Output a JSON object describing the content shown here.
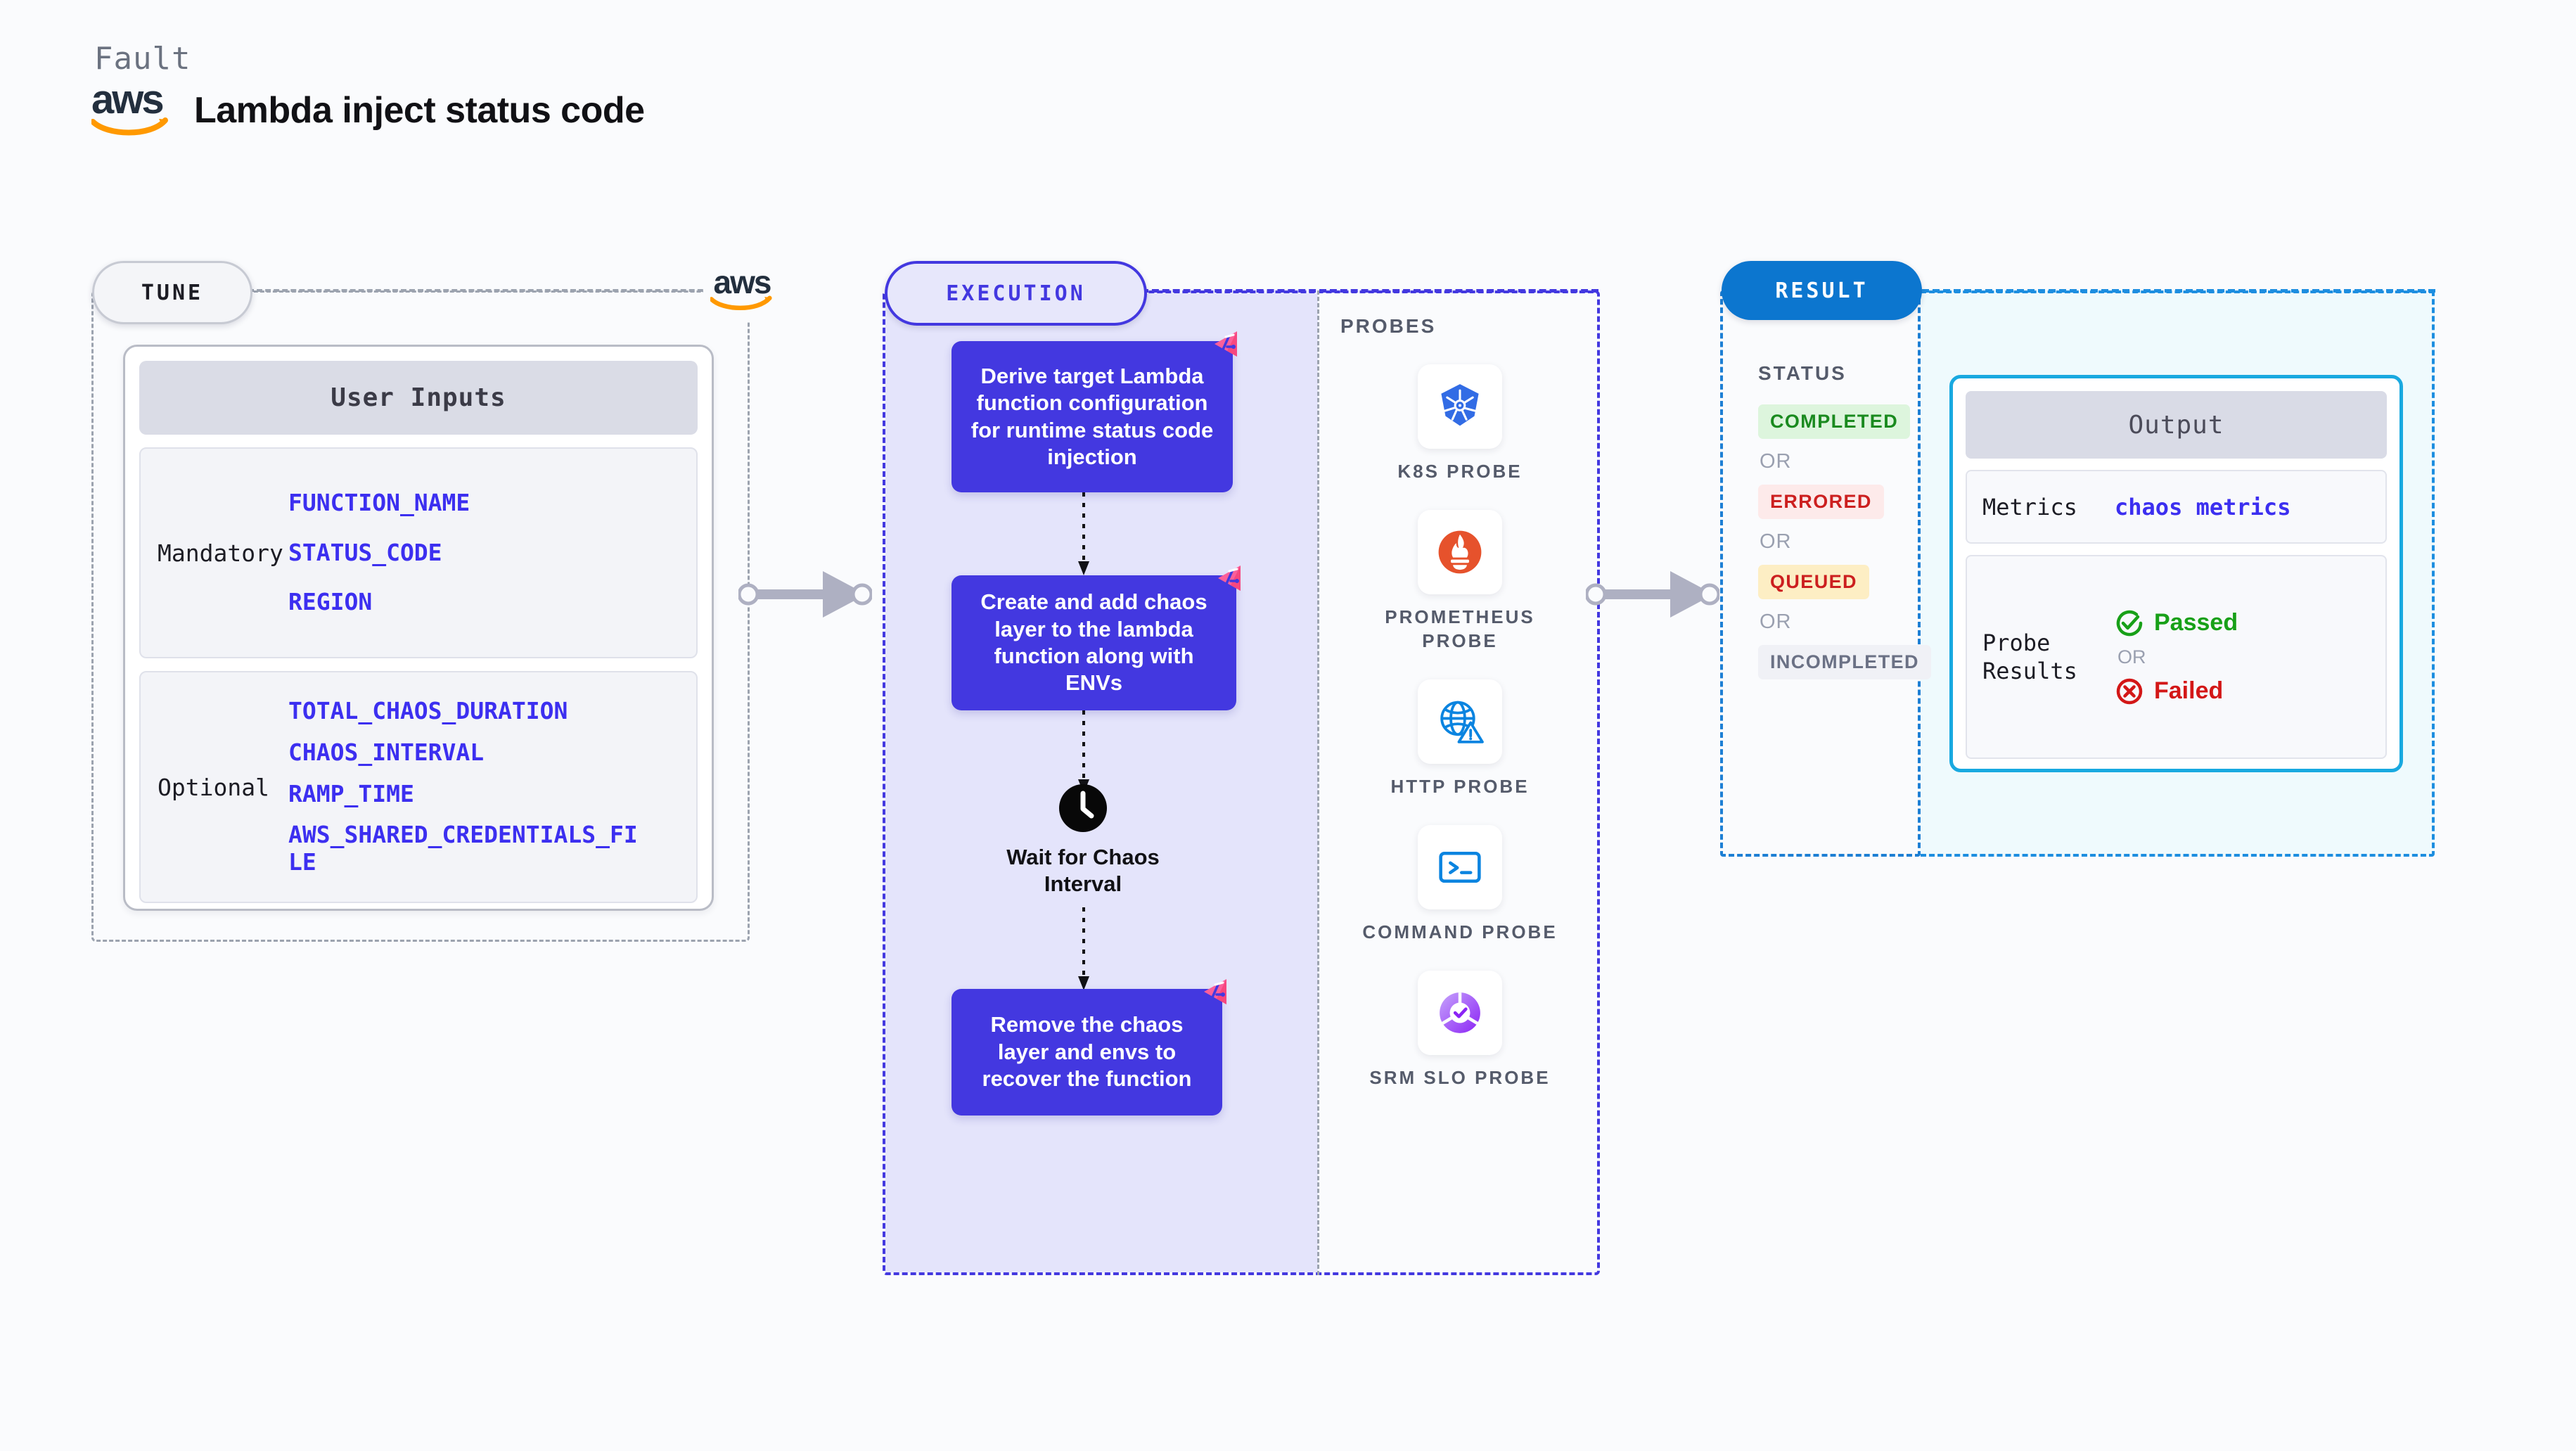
{
  "header": {
    "kicker": "Fault",
    "brand_icon": "aws-logo",
    "brand_word": "aws",
    "title": "Lambda inject status code"
  },
  "tune": {
    "pill_label": "TUNE",
    "brand_badge_icon": "aws-logo",
    "brand_badge_word": "aws",
    "card_title": "User Inputs",
    "groups": [
      {
        "label": "Mandatory",
        "params": [
          "FUNCTION_NAME",
          "STATUS_CODE",
          "REGION"
        ]
      },
      {
        "label": "Optional",
        "params": [
          "TOTAL_CHAOS_DURATION",
          "CHAOS_INTERVAL",
          "RAMP_TIME",
          "AWS_SHARED_CREDENTIALS_FILE"
        ]
      }
    ]
  },
  "execution": {
    "pill_label": "EXECUTION",
    "steps": [
      {
        "type": "box",
        "badge_icon": "litmus-badge-icon",
        "text": "Derive target Lambda function configuration for runtime status code injection"
      },
      {
        "type": "box",
        "badge_icon": "litmus-badge-icon",
        "text": "Create and add chaos layer to the lambda function along with ENVs"
      },
      {
        "type": "wait",
        "icon": "clock-icon",
        "text": "Wait for Chaos Interval"
      },
      {
        "type": "box",
        "badge_icon": "litmus-badge-icon",
        "text": "Remove the chaos layer and envs to recover the function"
      }
    ]
  },
  "probes": {
    "title": "PROBES",
    "items": [
      {
        "label": "K8S PROBE",
        "icon": "kubernetes-icon"
      },
      {
        "label": "PROMETHEUS PROBE",
        "icon": "prometheus-icon"
      },
      {
        "label": "HTTP PROBE",
        "icon": "http-globe-warning-icon"
      },
      {
        "label": "COMMAND PROBE",
        "icon": "terminal-icon"
      },
      {
        "label": "SRM SLO PROBE",
        "icon": "srm-slo-icon"
      }
    ]
  },
  "result": {
    "pill_label": "RESULT",
    "status_title": "STATUS",
    "or_label": "OR",
    "statuses": [
      {
        "label": "COMPLETED",
        "color": "#1a8a1f",
        "bg": "#ddf5dd"
      },
      {
        "label": "ERRORED",
        "color": "#cc1f1f",
        "bg": "#fdeaea"
      },
      {
        "label": "QUEUED",
        "color": "#cc1f1f",
        "bg": "#fdeec4"
      },
      {
        "label": "INCOMPLETED",
        "color": "#6b7185",
        "bg": "#f0f1f6"
      }
    ],
    "output": {
      "header": "Output",
      "metrics_key": "Metrics",
      "metrics_value": "chaos metrics",
      "probe_key": "Probe Results",
      "passed_label": "Passed",
      "passed_icon": "check-circle-icon",
      "passed_color": "#18a018",
      "failed_label": "Failed",
      "failed_icon": "x-circle-icon",
      "failed_color": "#d31717",
      "or_label": "OR"
    }
  },
  "colors": {
    "page_bg": "#fafbfd",
    "indigo": "#4338e0",
    "indigo_tint": "#e4e4fb",
    "result_blue": "#0c76cf",
    "cyan": "#19a9e0",
    "cyan_tint": "#effafd",
    "gray_dash": "#9ca3af",
    "param_blue": "#3c2ff0"
  }
}
